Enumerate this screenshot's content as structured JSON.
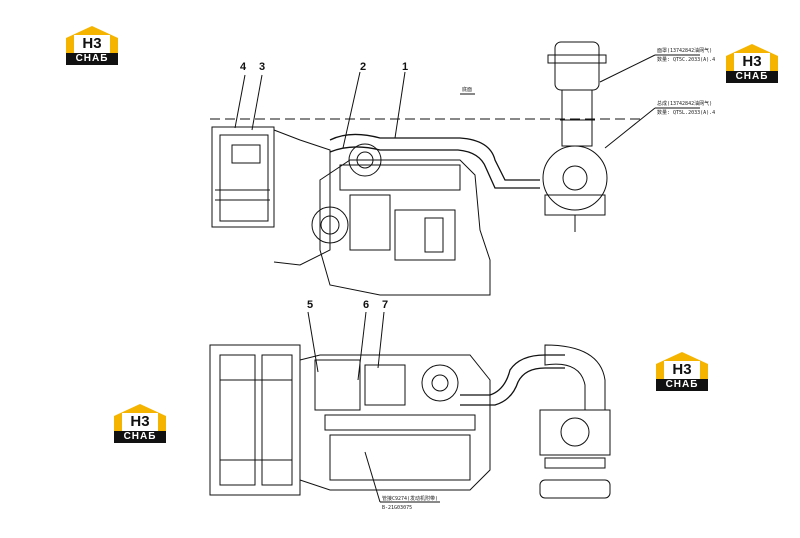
{
  "callouts": [
    "1",
    "2",
    "3",
    "4",
    "5",
    "6",
    "7"
  ],
  "logo": {
    "mark": "H3",
    "text": "CHAБ",
    "color": "#f5b400"
  },
  "annotations": {
    "top_right_a1": "面罩(13742842油网气)",
    "top_right_a2": "数量: QT5C.2033(A).4",
    "top_right_b1": "总成(13742842油网气)",
    "top_right_b2": "数量: QT5L.2033(A).4",
    "mid_label": "底面",
    "bottom1": "管接C9274(发动机附带)",
    "bottom2": "B-21G03075"
  }
}
